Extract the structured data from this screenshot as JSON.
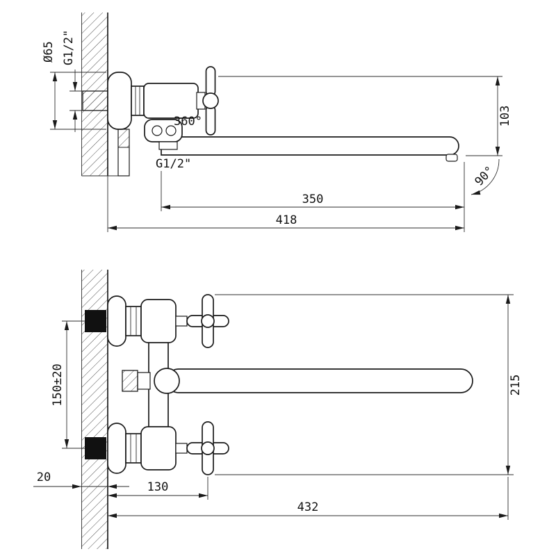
{
  "page": {
    "background": "#ffffff",
    "line_color": "#1a1a1a"
  },
  "drawing": {
    "type": "technical-drawing",
    "subject": "wall-mounted bath mixer faucet, two projections with dimensions",
    "side_view": {
      "dim_flange_diameter": "Ø65",
      "dim_wall_thread": "G1/2\"",
      "label_swivel_angle": "360°",
      "dim_shower_thread": "G1/2\"",
      "dim_height": "103",
      "dim_spout_swing": "90°",
      "dim_spout_length": "350",
      "dim_total_depth": "418"
    },
    "front_view": {
      "dim_pipe_centers": "150±20",
      "dim_body_height": "215",
      "dim_wall_thickness": "20",
      "dim_handle_offset": "130",
      "dim_total_width": "432"
    }
  }
}
